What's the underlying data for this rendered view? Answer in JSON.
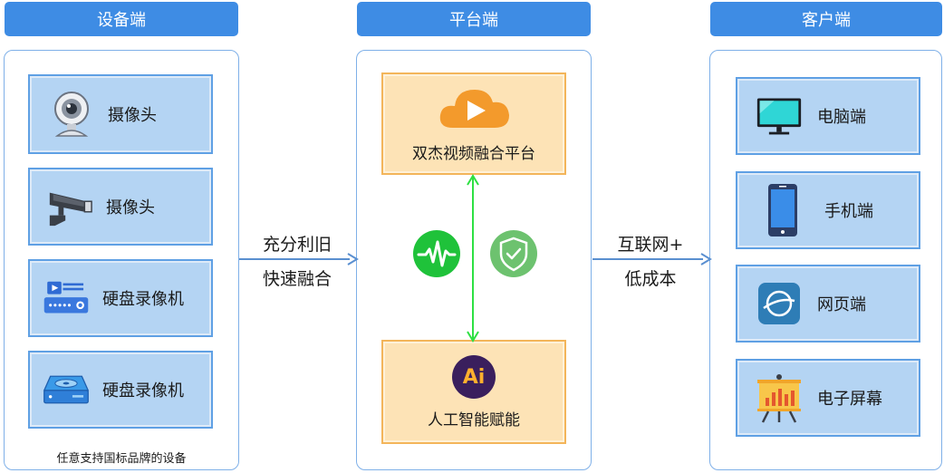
{
  "columns": {
    "device": {
      "header": "设备端",
      "items": [
        {
          "label": "摄像头",
          "icon": "webcam-icon"
        },
        {
          "label": "摄像头",
          "icon": "bullet-camera-icon"
        },
        {
          "label": "硬盘录像机",
          "icon": "dvr-icon"
        },
        {
          "label": "硬盘录像机",
          "icon": "hard-disk-icon"
        }
      ],
      "footnote": "任意支持国标品牌的设备"
    },
    "platform": {
      "header": "平台端",
      "top": {
        "label": "双杰视频融合平台",
        "icon": "cloud-play-icon"
      },
      "bottom": {
        "label": "人工智能赋能",
        "icon": "ai-icon",
        "icon_text": "Ai"
      },
      "middle_icons": [
        "heartbeat-icon",
        "shield-check-icon"
      ]
    },
    "client": {
      "header": "客户端",
      "items": [
        {
          "label": "电脑端",
          "icon": "monitor-icon"
        },
        {
          "label": "手机端",
          "icon": "phone-icon"
        },
        {
          "label": "网页端",
          "icon": "browser-globe-icon"
        },
        {
          "label": "电子屏幕",
          "icon": "presentation-board-icon"
        }
      ]
    }
  },
  "flows": {
    "left": {
      "line1": "充分利旧",
      "line2": "快速融合"
    },
    "right": {
      "line1": "互联网+",
      "line2": "低成本"
    }
  },
  "colors": {
    "header_blue": "#3e8ce4",
    "device_card": "#b4d4f3",
    "platform_card": "#fde3b6",
    "arrow_green": "#2ee043",
    "arrow_blue": "#5a8fd0"
  }
}
